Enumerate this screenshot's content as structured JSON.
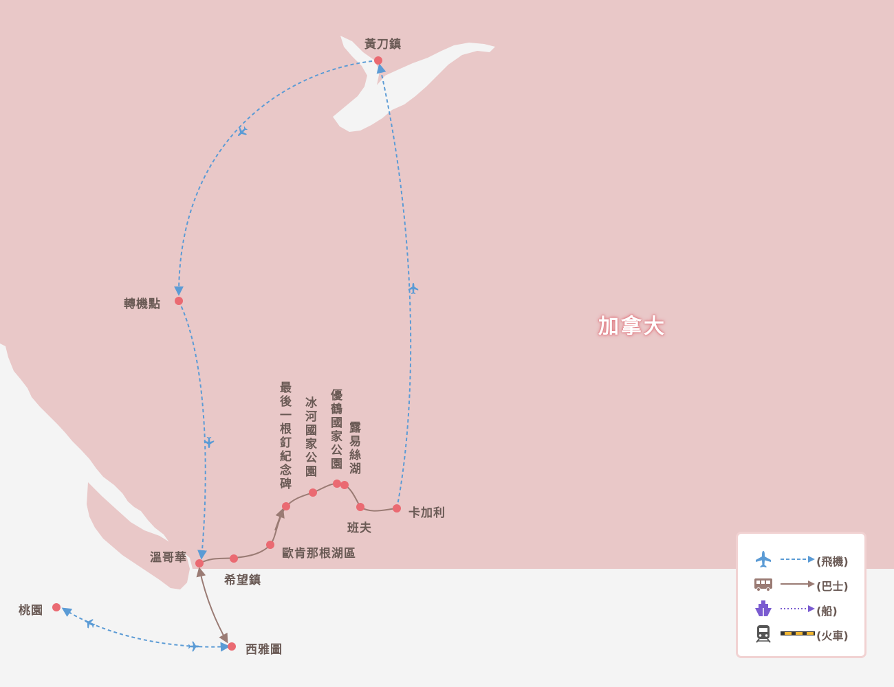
{
  "map": {
    "country_label": "加拿大",
    "cities": {
      "yellowknife": "黃刀鎮",
      "transfer": "轉機點",
      "vancouver": "溫哥華",
      "hope": "希望鎮",
      "okanagan": "歐肯那根湖區",
      "last_spike": "最後一根釘紀念碑",
      "glacier_np": "冰河國家公園",
      "yoho_np": "優鶴國家公園",
      "lake_louise": "露易絲湖",
      "banff": "班夫",
      "calgary": "卡加利",
      "taoyuan": "桃園",
      "seattle": "西雅圖"
    },
    "colors": {
      "land": "#e9c8c8",
      "sea": "#f4f4f4",
      "dot": "#ea6a72",
      "flight": "#5b9bd5",
      "bus": "#9a7b74",
      "ship": "#7a5bd0",
      "train": "#f2b630"
    }
  },
  "legend": {
    "items": [
      {
        "icon": "airplane-icon",
        "label": "(飛機)"
      },
      {
        "icon": "bus-icon",
        "label": "(巴士)"
      },
      {
        "icon": "ship-icon",
        "label": "(船)"
      },
      {
        "icon": "train-icon",
        "label": "(火車)"
      }
    ]
  }
}
